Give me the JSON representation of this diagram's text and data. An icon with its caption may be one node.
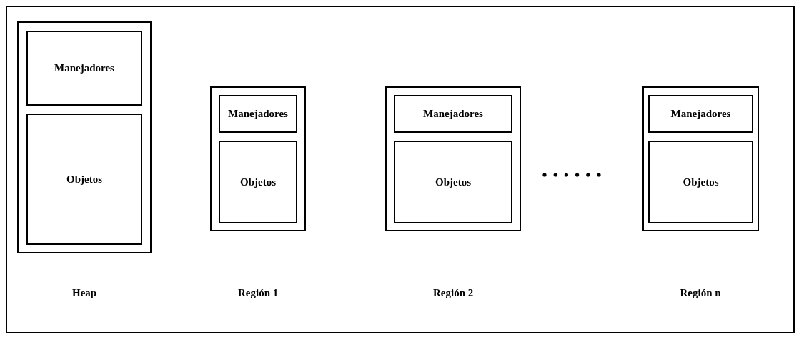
{
  "diagram": {
    "nodes": [
      {
        "text": [],
        "shape": "box"
      },
      {
        "text": [
          "Manejadores"
        ],
        "in": 0
      },
      {
        "text": [
          "Objetos"
        ],
        "in": 0
      },
      {
        "text": [],
        "shape": "box"
      },
      {
        "text": [
          "Manejadores"
        ],
        "in": 3
      },
      {
        "text": [
          "Objetos"
        ],
        "in": 3
      },
      {
        "text": [],
        "shape": "box"
      },
      {
        "text": [
          "Manejadores"
        ],
        "in": 6
      },
      {
        "text": [
          "Objetos"
        ],
        "in": 6
      },
      {
        "text": [],
        "shape": "box"
      },
      {
        "text": [
          "Manejadores"
        ],
        "in": 9
      },
      {
        "text": [
          "Objetos"
        ],
        "in": 9
      }
    ],
    "edges": [],
    "labels": [
      "Heap",
      "Región 1",
      "Región 2",
      "Región n"
    ]
  }
}
